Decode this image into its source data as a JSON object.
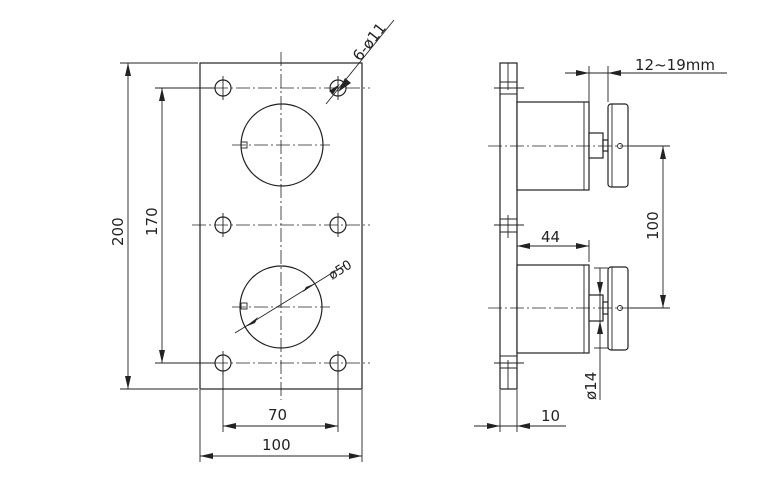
{
  "front_view": {
    "dim_hole_pattern": "6-ø11",
    "dim_large_hole": "ø50",
    "dim_height_total": "200",
    "dim_height_holes": "170",
    "dim_width_holes": "70",
    "dim_width_total": "100"
  },
  "side_view": {
    "dim_glass_thickness": "12~19mm",
    "dim_spacing": "100",
    "dim_projection": "44",
    "dim_pin_diameter": "ø14",
    "dim_plate_thickness": "10"
  }
}
